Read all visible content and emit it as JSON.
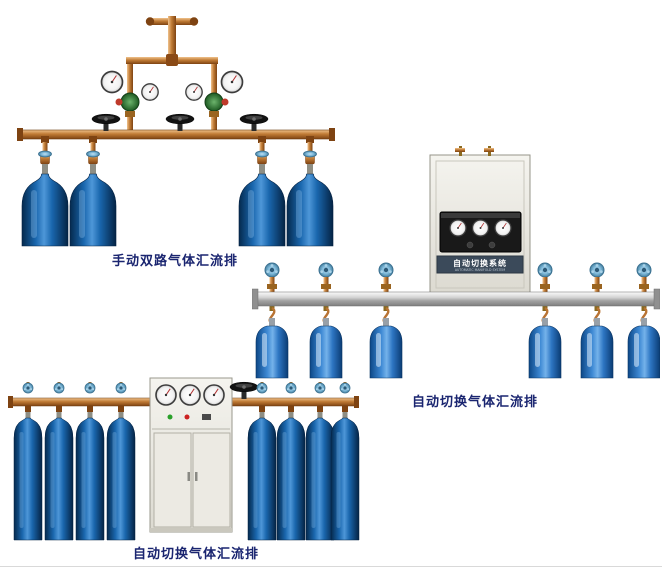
{
  "page": {
    "background": "#ffffff",
    "caption_color": "#1a2570",
    "bottom_rule_color": "#d9d9d9"
  },
  "figures": {
    "manual_dual": {
      "caption": "手动双路气体汇流排"
    },
    "auto_wall": {
      "caption": "自动切换气体汇流排",
      "panel_label": "自动切换系统",
      "panel_sublabel": "AUTOMATIC MANIFOLD SYSTEM"
    },
    "auto_cabinet": {
      "caption": "自动切换气体汇流排"
    }
  },
  "colors": {
    "brass_pipe": "#c07b35",
    "cylinder_blue": "#1a67ae",
    "bottle_blue": "#3e89d4",
    "handwheel_blue": "#7db8d9",
    "steel_bar": "#c2c2c2",
    "cabinet_face": "#ece9e1",
    "panel_black": "#191919"
  }
}
